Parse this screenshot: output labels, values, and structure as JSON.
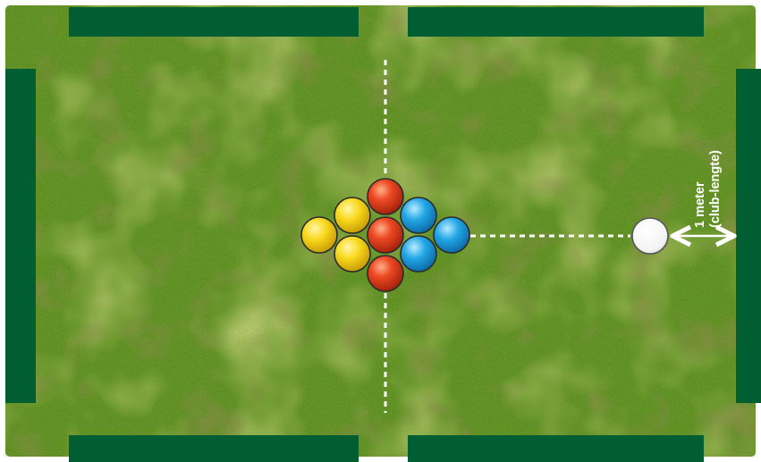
{
  "colors": {
    "grass_base": "#5e8f22",
    "grass_light": "#8cb23c",
    "grass_dark": "#3f6a16",
    "boundary": "#005e33",
    "dashed_line": "#ffffff",
    "label": "#ffffff",
    "ball_red": "#e23a1c",
    "ball_yellow": "#f7d417",
    "ball_blue": "#1ea1e0",
    "ball_white": "#ffffff"
  },
  "balls": [
    {
      "color": "red",
      "name": "red-ball-top"
    },
    {
      "color": "red",
      "name": "red-ball-center"
    },
    {
      "color": "red",
      "name": "red-ball-bottom"
    },
    {
      "color": "yellow",
      "name": "yellow-ball-upper"
    },
    {
      "color": "yellow",
      "name": "yellow-ball-lower"
    },
    {
      "color": "yellow",
      "name": "yellow-ball-left"
    },
    {
      "color": "blue",
      "name": "blue-ball-upper"
    },
    {
      "color": "blue",
      "name": "blue-ball-lower"
    },
    {
      "color": "blue",
      "name": "blue-ball-right"
    },
    {
      "color": "white",
      "name": "white-cue-ball"
    }
  ],
  "dimension": {
    "line1": "1 meter",
    "line2": "(club-lengte)"
  }
}
